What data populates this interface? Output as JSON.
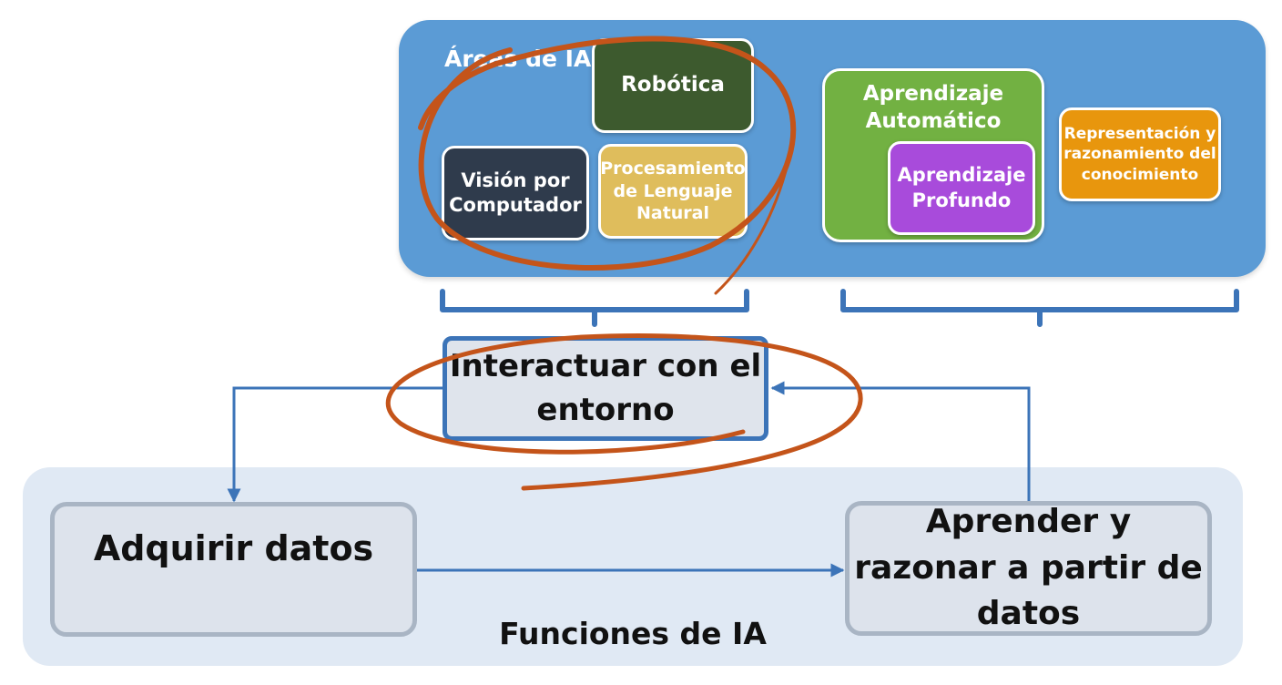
{
  "areas": {
    "title": "Áreas de IA",
    "robotics": "Robótica",
    "computer_vision": "Visión por Computador",
    "nlp": "Procesamiento de Lenguaje Natural",
    "machine_learning": "Aprendizaje Automático",
    "deep_learning": "Aprendizaje Profundo",
    "knowledge_representation": "Representación y razonamiento del conocimiento"
  },
  "interact": "Interactuar con el entorno",
  "functions": {
    "title": "Funciones de IA",
    "acquire": "Adquirir datos",
    "learn": "Aprender y razonar a partir de datos"
  },
  "colors": {
    "areas_panel": "#5b9bd5",
    "robotics": "#3d5a2e",
    "computer_vision": "#2f3b4c",
    "nlp": "#dfbd5c",
    "machine_learning": "#72b142",
    "deep_learning": "#a84bdb",
    "knowledge_representation": "#e8960d",
    "arrows": "#3c74b8",
    "highlight_circle": "#c4541a"
  }
}
